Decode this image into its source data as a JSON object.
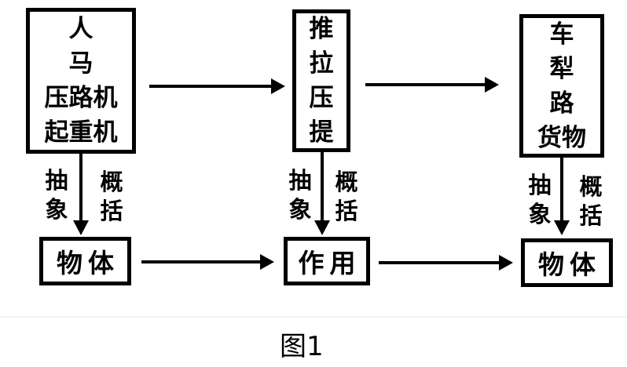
{
  "figure": {
    "caption": "图1",
    "columns": [
      {
        "top": {
          "lines": [
            "人",
            "马",
            "压路机",
            "起重机"
          ]
        },
        "arrow_left_label": "抽象",
        "arrow_right_label": "概括",
        "bottom": "物体"
      },
      {
        "top": {
          "lines": [
            "推",
            "拉",
            "压",
            "提"
          ]
        },
        "arrow_left_label": "抽象",
        "arrow_right_label": "概括",
        "bottom": "作用"
      },
      {
        "top": {
          "lines": [
            "车",
            "犁",
            "路",
            "货物"
          ]
        },
        "arrow_left_label": "抽象",
        "arrow_right_label": "概括",
        "bottom": "物体"
      }
    ]
  }
}
